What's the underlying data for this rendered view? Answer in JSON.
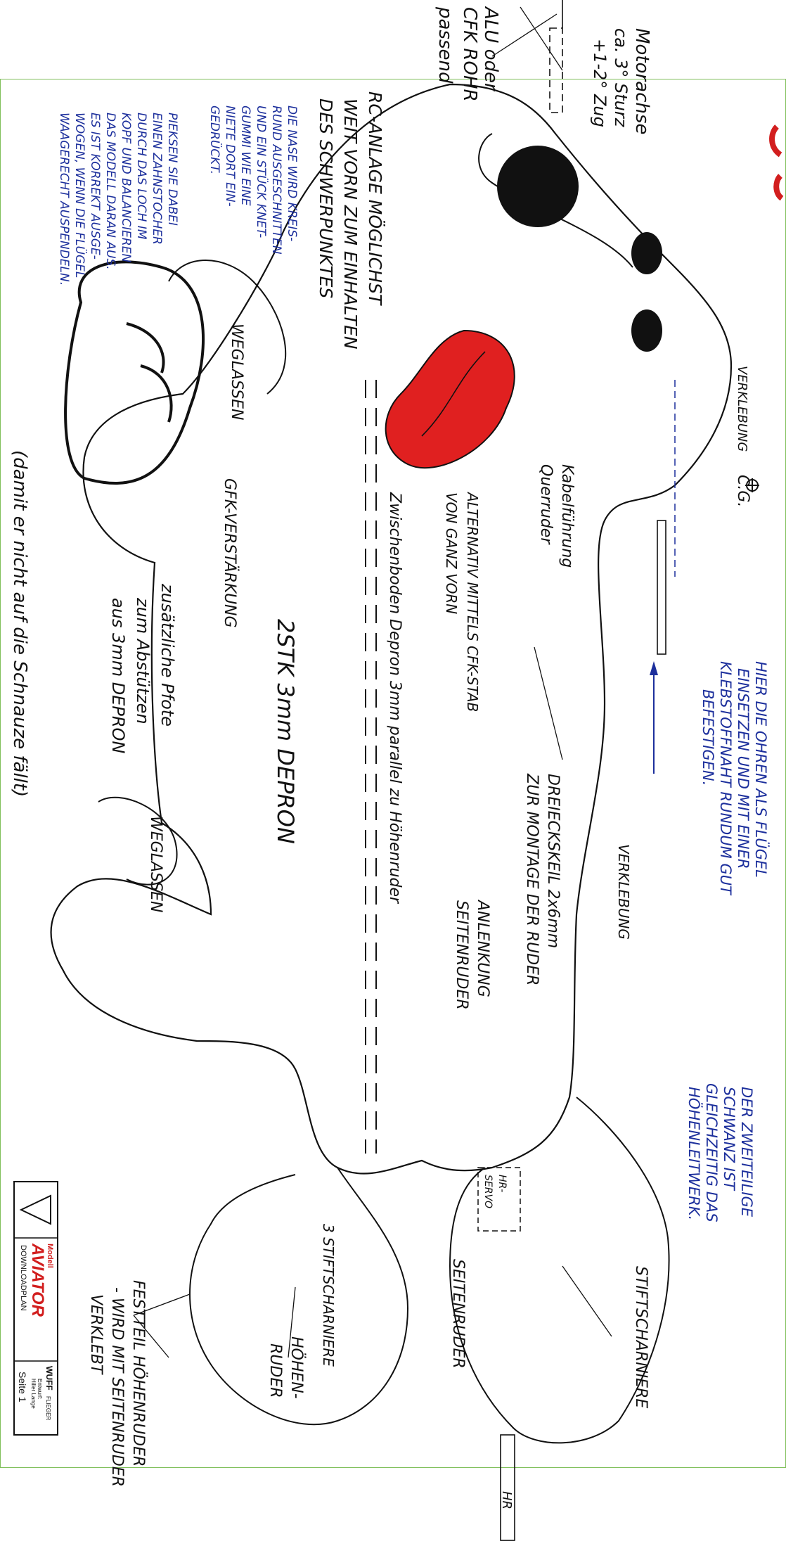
{
  "colors": {
    "ink": "#111111",
    "blue_text": "#1c2f9c",
    "tongue": "#e02020",
    "frame": "#7fbf5a",
    "logo_red": "#d21e1e",
    "eye": "#111111"
  },
  "labels": {
    "motorachse": "Motorachse",
    "sturz": "ca. 3° Sturz",
    "zug": "+1-2° Zug",
    "alu_oder": "ALU oder",
    "cfk_rohr": "CFK ROHR",
    "passend": "passend",
    "rc1": "RC-ANLAGE MÖGLICHST",
    "rc2": "WEIT VORN ZUM EINHALTEN",
    "rc3": "DES SCHWERPUNKTES",
    "nase1": "DIE NASE WIRD KREIS-",
    "nase2": "RUND AUSGESCHNITTEN",
    "nase3": "UND EIN STÜCK KNET-",
    "nase4": "GUMMI WIE EINE",
    "nase5": "NIETE DORT EIN-",
    "nase6": "GEDRÜCKT.",
    "pieks1": "PIEKSEN SIE DABEI",
    "pieks2": "EINEN ZAHNSTOCHER",
    "pieks3": "DURCH DAS LOCH IM",
    "pieks4": "KOPF UND BALANCIEREN",
    "pieks5": "DAS MODELL DARAN AUS.",
    "pieks6": "ES IST KORREKT AUSGE-",
    "pieks7": "WOGEN, WENN DIE FLÜGEL",
    "pieks8": "WAAGERECHT AUSPENDELN.",
    "weglassen": "WEGLASSEN",
    "verklebung": "VERKLEBUNG",
    "cg": "C.G.",
    "kabel": "Kabelführung",
    "querruder": "Querruder",
    "alternativ": "ALTERNATIV MITTELS CFK-STAB",
    "von_ganz_vorn": "VON GANZ VORN",
    "zwischenboden": "Zwischenboden Depron 3mm parallel zu Höhenruder",
    "gfk": "GFK-VERSTÄRKUNG",
    "zwei_stk": "2STK 3mm DEPRON",
    "zus1": "zusätzliche Pfote",
    "zus2": "zum Abstützen",
    "zus3": "aus 3mm DEPRON",
    "damit": "(damit er nicht auf die Schnauze fällt)",
    "ohren1": "HIER DIE OHREN ALS FLÜGEL",
    "ohren2": "EINSETZEN UND MIT EINER",
    "ohren3": "KLEBSTOFFNAHT RUNDUM GUT",
    "ohren4": "BEFESTIGEN.",
    "dreieck1": "DREIECKSKEIL 2x6mm",
    "dreieck2": "ZUR MONTAGE DER RUDER",
    "anlenkung1": "ANLENKUNG",
    "anlenkung2": "SEITENRUDER",
    "schwanz1": "DER ZWEITEILIGE",
    "schwanz2": "SCHWANZ IST",
    "schwanz3": "GLEICHZEITIG DAS",
    "schwanz4": "HÖHENLEITWERK.",
    "stift": "STIFTSCHARNIERE",
    "stift3": "3 STIFTSCHARNIERE",
    "hr_servo1": "HR-",
    "hr_servo2": "SERVO",
    "seitenruder": "SEITENRUDER",
    "hoehen1": "HÖHEN-",
    "hoehen2": "RUDER",
    "festteil1": "FESTTEIL HÖHENRUDER",
    "festteil2": "- WIRD MIT SEITENRUDER",
    "festteil3": "VERKLEBT",
    "hr": "HR"
  },
  "logo": {
    "brand_top": "Modell",
    "brand": "AVIATOR",
    "sub": "DOWNLOADPLAN",
    "model": "WUFF",
    "model_suffix": "FLIEGER",
    "author1": "Entwurf:",
    "author2": "Hiller Lange",
    "page": "Seite 1"
  }
}
